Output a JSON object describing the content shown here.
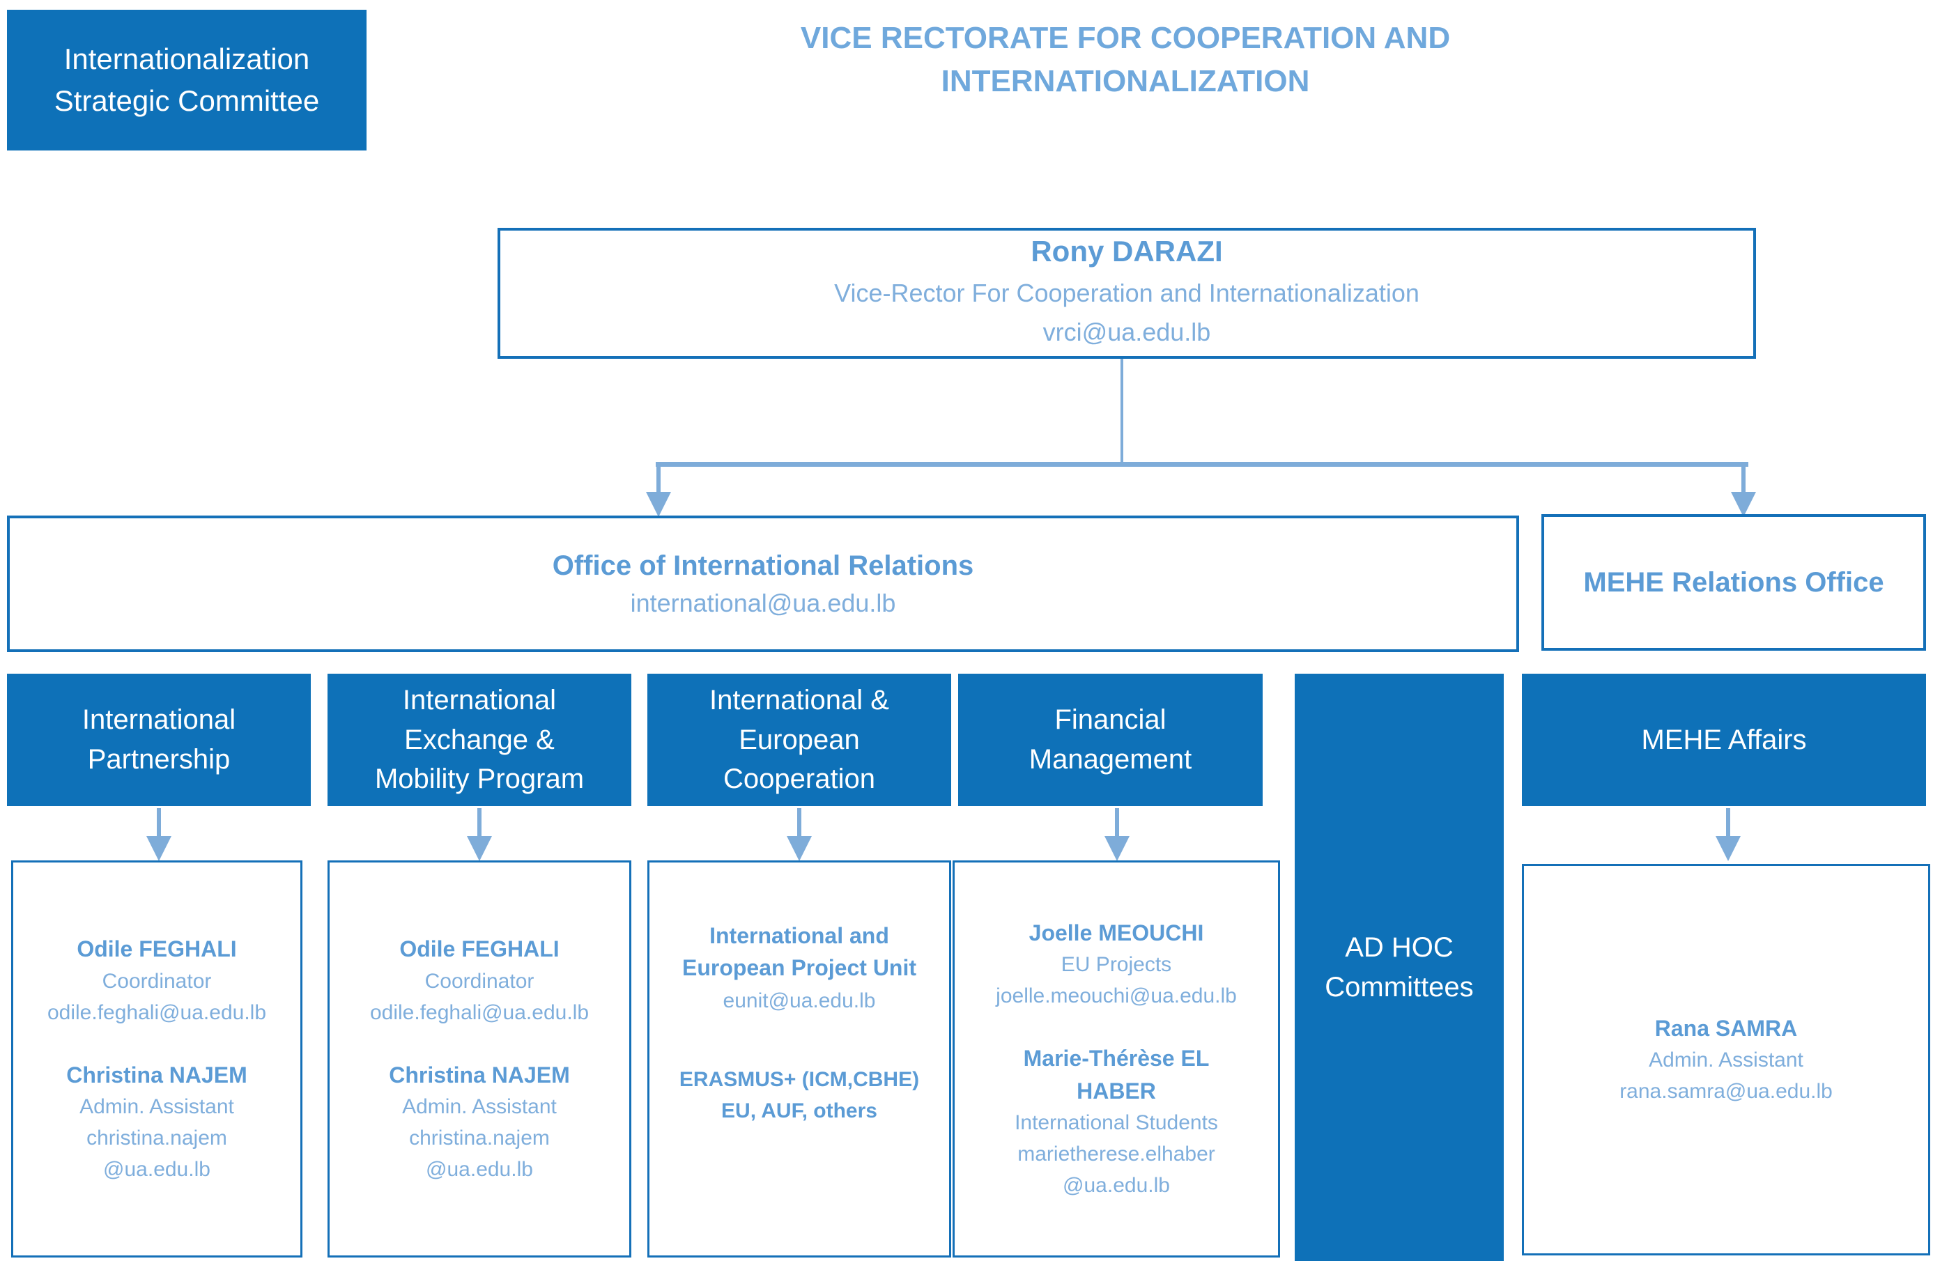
{
  "colors": {
    "box_blue": "#0E71B8",
    "border_blue": "#1470B8",
    "accent_bold": "#5B9BD5",
    "accent_light": "#7FAEDC",
    "arrow_blue": "#7EACD9",
    "title_blue": "#6FA8DC",
    "white_text": "#FFFFFF"
  },
  "header": {
    "title": "VICE RECTORATE FOR COOPERATION AND\nINTERNATIONALIZATION"
  },
  "strategic_committee": {
    "label": "Internationalization\nStrategic Committee"
  },
  "vice_rector": {
    "name": "Rony DARAZI",
    "role": "Vice-Rector For Cooperation and Internationalization",
    "email": "vrci@ua.edu.lb"
  },
  "offices": {
    "international_relations": {
      "name": "Office of International Relations",
      "email": "international@ua.edu.lb"
    },
    "mehe_relations": {
      "name": "MEHE Relations Office"
    }
  },
  "units": [
    {
      "label": "International\nPartnership"
    },
    {
      "label": "International\nExchange &\nMobility Program"
    },
    {
      "label": "International &\nEuropean\nCooperation"
    },
    {
      "label": "Financial\nManagement"
    },
    {
      "label": "AD HOC\nCommittees"
    },
    {
      "label": "MEHE Affairs"
    }
  ],
  "details": {
    "partnership": {
      "person1": {
        "name": "Odile FEGHALI",
        "role": "Coordinator",
        "email": "odile.feghali@ua.edu.lb"
      },
      "person2": {
        "name": "Christina NAJEM",
        "role": "Admin. Assistant",
        "email": "christina.najem\n@ua.edu.lb"
      }
    },
    "exchange": {
      "person1": {
        "name": "Odile FEGHALI",
        "role": "Coordinator",
        "email": "odile.feghali@ua.edu.lb"
      },
      "person2": {
        "name": "Christina NAJEM",
        "role": "Admin. Assistant",
        "email": "christina.najem\n@ua.edu.lb"
      }
    },
    "project_unit": {
      "title": "International and\nEuropean Project Unit",
      "email": "eunit@ua.edu.lb",
      "programs": "ERASMUS+ (ICM,CBHE)\nEU, AUF, others"
    },
    "financial": {
      "person1": {
        "name": "Joelle MEOUCHI",
        "role": "EU Projects",
        "email": "joelle.meouchi@ua.edu.lb"
      },
      "person2": {
        "name": "Marie-Thérèse EL\nHABER",
        "role": "International Students",
        "email": "marietherese.elhaber\n@ua.edu.lb"
      }
    },
    "mehe_affairs": {
      "person1": {
        "name": "Rana SAMRA",
        "role": "Admin. Assistant",
        "email": "rana.samra@ua.edu.lb"
      }
    }
  }
}
